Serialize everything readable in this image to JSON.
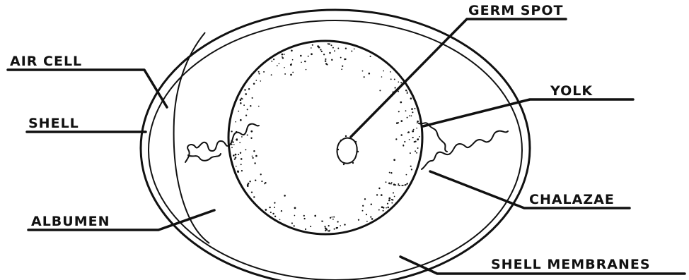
{
  "labels": {
    "germ_spot": "GERM SPOT",
    "air_cell": "AIR CELL",
    "shell": "SHELL",
    "albumen": "ALBUMEN",
    "yolk": "YOLK",
    "chalazae": "CHALAZAE",
    "shell_membranes": "SHELL MEMBRANES"
  },
  "colors": {
    "ink": "#111111",
    "background": "#ffffff"
  }
}
